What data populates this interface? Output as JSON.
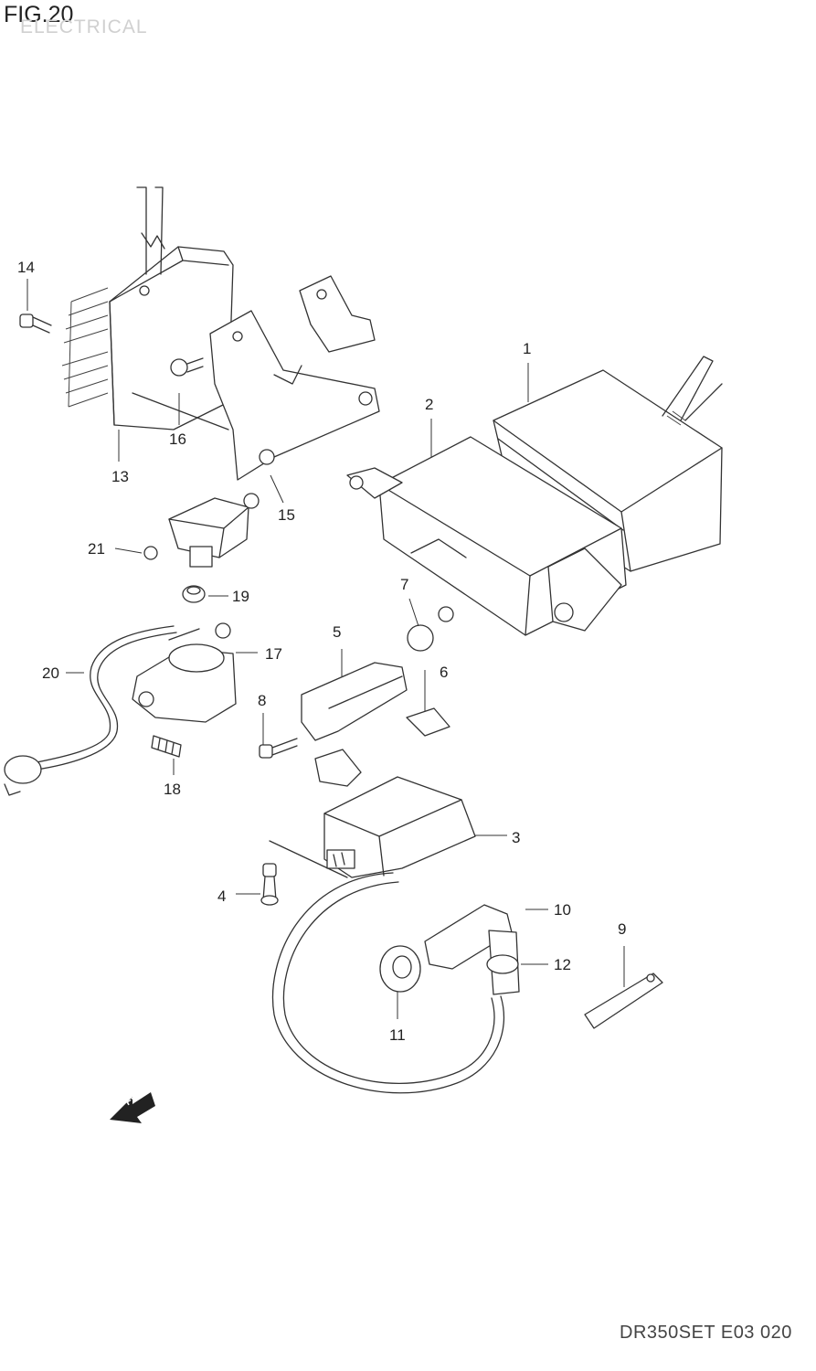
{
  "figure": {
    "title": "FIG.20",
    "subtitle": "ELECTRICAL",
    "drawing_code": "DR350SET E03  020"
  },
  "fwd_label": "FWD",
  "callouts": [
    {
      "id": "c1",
      "label": "1"
    },
    {
      "id": "c2",
      "label": "2"
    },
    {
      "id": "c3",
      "label": "3"
    },
    {
      "id": "c4",
      "label": "4"
    },
    {
      "id": "c5",
      "label": "5"
    },
    {
      "id": "c6",
      "label": "6"
    },
    {
      "id": "c7",
      "label": "7"
    },
    {
      "id": "c8",
      "label": "8"
    },
    {
      "id": "c9",
      "label": "9"
    },
    {
      "id": "c10",
      "label": "10"
    },
    {
      "id": "c11",
      "label": "11"
    },
    {
      "id": "c12",
      "label": "12"
    },
    {
      "id": "c13",
      "label": "13"
    },
    {
      "id": "c14",
      "label": "14"
    },
    {
      "id": "c15",
      "label": "15"
    },
    {
      "id": "c16",
      "label": "16"
    },
    {
      "id": "c17",
      "label": "17"
    },
    {
      "id": "c18",
      "label": "18"
    },
    {
      "id": "c19",
      "label": "19"
    },
    {
      "id": "c20",
      "label": "20"
    },
    {
      "id": "c21",
      "label": "21"
    }
  ]
}
